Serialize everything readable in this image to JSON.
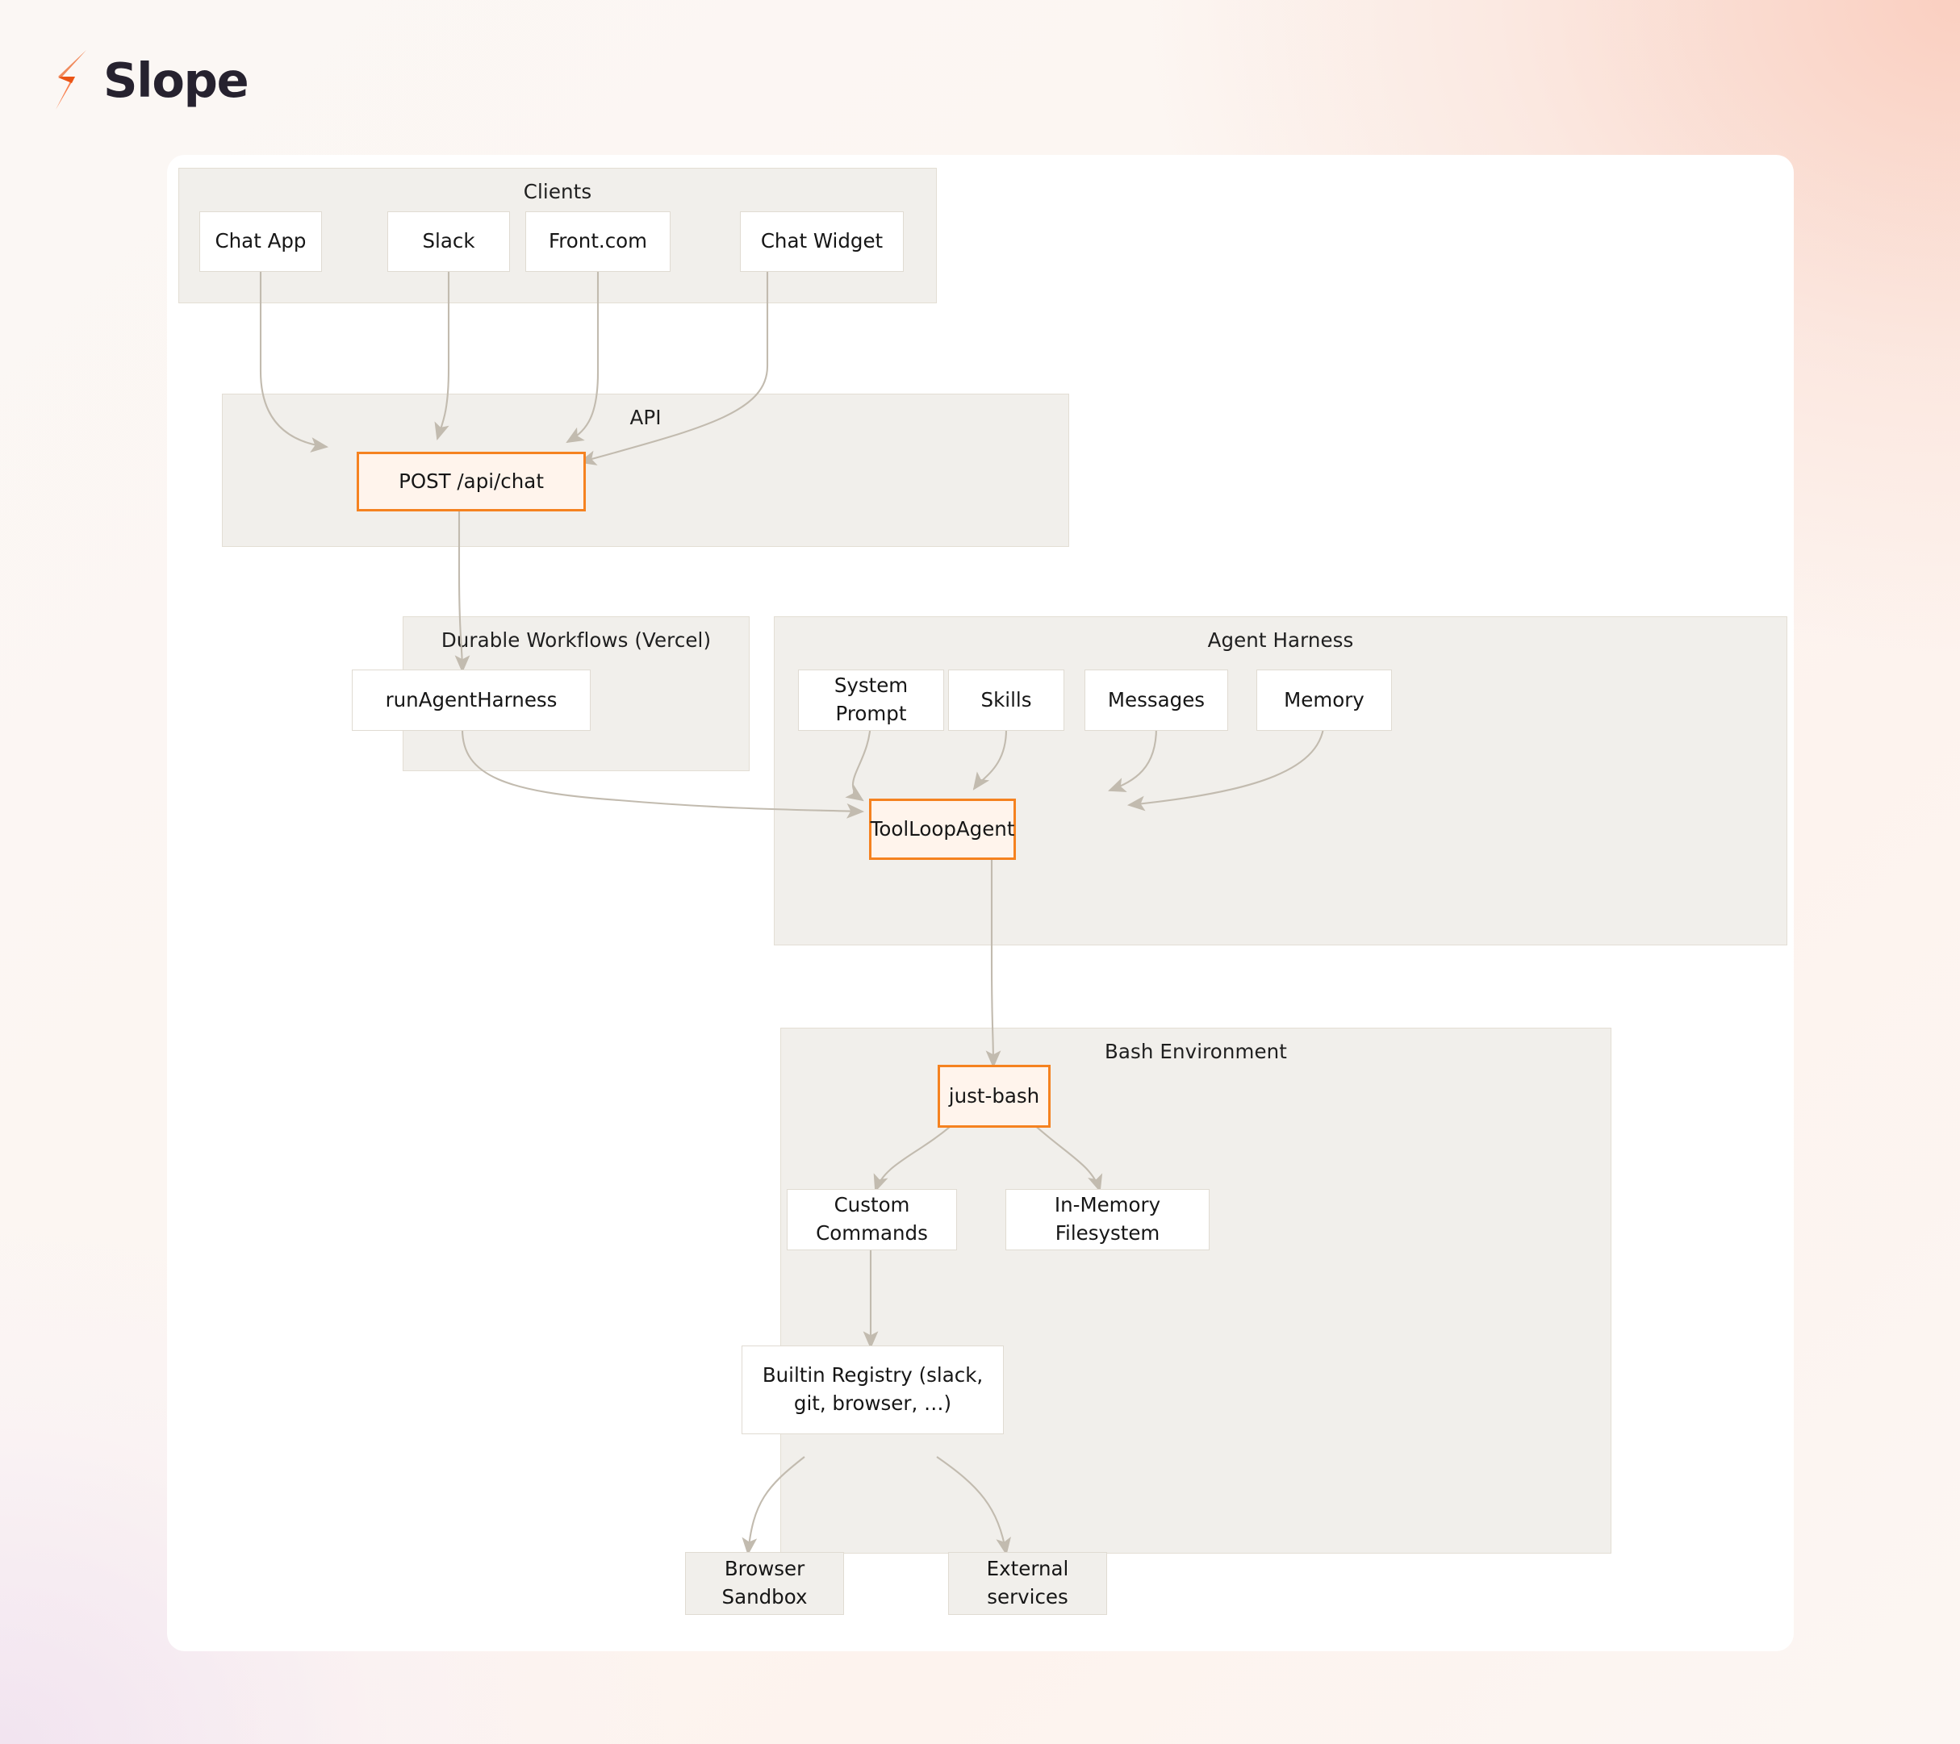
{
  "brand": {
    "name": "Slope",
    "logo_icon": "lightning-bolt-icon",
    "logo_colors": {
      "bolt_light": "#f97f52",
      "bolt_dark": "#ea5415",
      "wordmark": "#26222f"
    }
  },
  "theme": {
    "page_background": "#fcf6f2",
    "card_background": "#ffffff",
    "cluster_fill": "#f1efeb",
    "cluster_border": "#e3ded4",
    "node_fill": "#ffffff",
    "node_border": "#e0dbd2",
    "accent_border": "#f58220",
    "accent_fill": "#fff4ec",
    "edge_color": "#bdb6aa",
    "text_color": "#161616"
  },
  "diagram": {
    "type": "flowchart",
    "direction": "top-down",
    "clusters": [
      {
        "id": "clients",
        "label": "Clients"
      },
      {
        "id": "api",
        "label": "API"
      },
      {
        "id": "durable",
        "label": "Durable Workflows (Vercel)"
      },
      {
        "id": "harness",
        "label": "Agent Harness"
      },
      {
        "id": "bash",
        "label": "Bash Environment"
      }
    ],
    "nodes": [
      {
        "id": "chat-app",
        "label": "Chat App",
        "cluster": "clients",
        "style": "plain"
      },
      {
        "id": "slack",
        "label": "Slack",
        "cluster": "clients",
        "style": "plain"
      },
      {
        "id": "front-com",
        "label": "Front.com",
        "cluster": "clients",
        "style": "plain"
      },
      {
        "id": "chat-widget",
        "label": "Chat Widget",
        "cluster": "clients",
        "style": "plain"
      },
      {
        "id": "post-api-chat",
        "label": "POST /api/chat",
        "cluster": "api",
        "style": "accent"
      },
      {
        "id": "run-harness",
        "label": "runAgentHarness",
        "cluster": "durable",
        "style": "plain"
      },
      {
        "id": "system-prompt",
        "label": "System Prompt",
        "cluster": "harness",
        "style": "plain"
      },
      {
        "id": "skills",
        "label": "Skills",
        "cluster": "harness",
        "style": "plain"
      },
      {
        "id": "messages",
        "label": "Messages",
        "cluster": "harness",
        "style": "plain"
      },
      {
        "id": "memory",
        "label": "Memory",
        "cluster": "harness",
        "style": "plain"
      },
      {
        "id": "tool-loop",
        "label": "ToolLoopAgent",
        "cluster": "harness",
        "style": "accent"
      },
      {
        "id": "just-bash",
        "label": "just-bash",
        "cluster": "bash",
        "style": "accent"
      },
      {
        "id": "custom-cmds",
        "label": "Custom Commands",
        "cluster": "bash",
        "style": "plain"
      },
      {
        "id": "in-mem-fs",
        "label": "In-Memory Filesystem",
        "cluster": "bash",
        "style": "plain"
      },
      {
        "id": "builtin-reg",
        "label": "Builtin Registry (slack, git, browser, …)",
        "cluster": "bash",
        "style": "plain"
      },
      {
        "id": "browser-sbx",
        "label": "Browser Sandbox",
        "cluster": null,
        "style": "grey"
      },
      {
        "id": "external-svcs",
        "label": "External services",
        "cluster": null,
        "style": "grey"
      }
    ],
    "edges": [
      {
        "from": "chat-app",
        "to": "post-api-chat"
      },
      {
        "from": "slack",
        "to": "post-api-chat"
      },
      {
        "from": "front-com",
        "to": "post-api-chat"
      },
      {
        "from": "chat-widget",
        "to": "post-api-chat"
      },
      {
        "from": "post-api-chat",
        "to": "run-harness"
      },
      {
        "from": "run-harness",
        "to": "tool-loop"
      },
      {
        "from": "system-prompt",
        "to": "tool-loop"
      },
      {
        "from": "skills",
        "to": "tool-loop"
      },
      {
        "from": "messages",
        "to": "tool-loop"
      },
      {
        "from": "memory",
        "to": "tool-loop"
      },
      {
        "from": "tool-loop",
        "to": "just-bash"
      },
      {
        "from": "just-bash",
        "to": "custom-cmds"
      },
      {
        "from": "just-bash",
        "to": "in-mem-fs"
      },
      {
        "from": "custom-cmds",
        "to": "builtin-reg"
      },
      {
        "from": "builtin-reg",
        "to": "browser-sbx"
      },
      {
        "from": "builtin-reg",
        "to": "external-svcs"
      }
    ]
  }
}
